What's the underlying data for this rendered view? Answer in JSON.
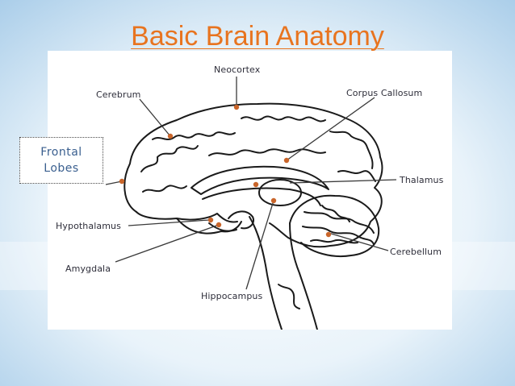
{
  "slide": {
    "title": "Basic Brain Anatomy",
    "title_color": "#e8741f",
    "background_color": "#cfe3f1",
    "panel_color": "#ffffff"
  },
  "callout": {
    "line1": "Frontal",
    "line2": "Lobes",
    "text_color": "#3a5f8f"
  },
  "labels": {
    "neocortex": "Neocortex",
    "cerebrum": "Cerebrum",
    "corpus_callosum": "Corpus Callosum",
    "thalamus": "Thalamus",
    "hypothalamus": "Hypothalamus",
    "amygdala": "Amygdala",
    "hippocampus": "Hippocampus",
    "cerebellum": "Cerebellum"
  },
  "colors": {
    "marker_dot": "#c9652a",
    "outline": "#1a1a1a"
  }
}
